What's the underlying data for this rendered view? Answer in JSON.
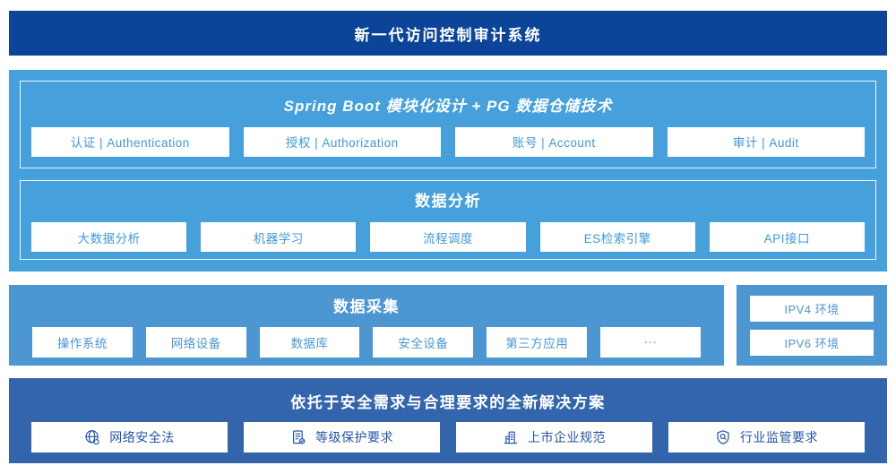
{
  "colors": {
    "banner_bg": "#0B4499",
    "tech_bg": "#45A0DB",
    "collect_bg": "#4C96D2",
    "solution_bg": "#3365AC",
    "tech_box_text": "#3E9AD9",
    "collect_box_text": "#4C96D2",
    "solution_box_text": "#2456A4",
    "box_bg": "#FFFFFF"
  },
  "banner": {
    "title": "新一代访问控制审计系统"
  },
  "tech_stack": {
    "modules": {
      "title": "Spring Boot 模块化设计 + PG 数据仓储技术",
      "items": [
        {
          "label": "认证 | Authentication"
        },
        {
          "label": "授权 | Authorization"
        },
        {
          "label": "账号 | Account"
        },
        {
          "label": "审计 | Audit"
        }
      ]
    },
    "analysis": {
      "title": "数据分析",
      "items": [
        {
          "label": "大数据分析"
        },
        {
          "label": "机器学习"
        },
        {
          "label": "流程调度"
        },
        {
          "label": "ES检索引擎"
        },
        {
          "label": "API接口"
        }
      ]
    }
  },
  "collection": {
    "title": "数据采集",
    "items": [
      {
        "label": "操作系统"
      },
      {
        "label": "网络设备"
      },
      {
        "label": "数据库"
      },
      {
        "label": "安全设备"
      },
      {
        "label": "第三方应用"
      },
      {
        "label": "···"
      }
    ],
    "environments": [
      {
        "label": "IPV4 环境"
      },
      {
        "label": "IPV6 环境"
      }
    ]
  },
  "solution": {
    "title": "依托于安全需求与合理要求的全新解决方案",
    "items": [
      {
        "icon": "globe-network-icon",
        "label": "网络安全法"
      },
      {
        "icon": "document-check-icon",
        "label": "等级保护要求"
      },
      {
        "icon": "building-icon",
        "label": "上市企业规范"
      },
      {
        "icon": "shield-search-icon",
        "label": "行业监管要求"
      }
    ]
  }
}
